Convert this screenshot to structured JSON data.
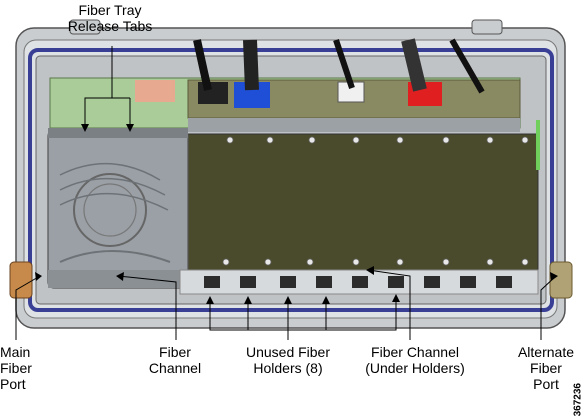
{
  "callouts": {
    "fiber_tray_release_tabs": [
      "Fiber Tray",
      "Release Tabs"
    ],
    "main_fiber_port": [
      "Main",
      "Fiber",
      "Port"
    ],
    "fiber_channel": [
      "Fiber",
      "Channel"
    ],
    "unused_fiber_holders": [
      "Unused Fiber",
      "Holders (8)"
    ],
    "fiber_channel_under_holders": [
      "Fiber Channel",
      "(Under Holders)"
    ],
    "alternate_fiber_port": [
      "Alternate",
      "Fiber",
      "Port"
    ]
  },
  "figure_number": "367236",
  "colors": {
    "housing": "#c9cdd0",
    "gasket": "#3a3f96",
    "board": "#4a4a2c",
    "pcb": "#a9cc98",
    "tray": "#9aa0a6",
    "blue_connector": "#1f4fd6",
    "red_connector": "#e02020"
  }
}
